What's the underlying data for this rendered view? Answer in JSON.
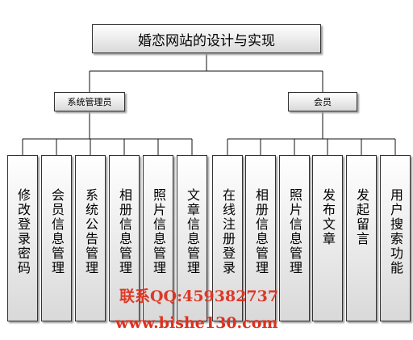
{
  "title": "婚恋网站的设计与实现",
  "groups": [
    {
      "label": "系统管理员",
      "items": [
        "修改登录密码",
        "会员信息管理",
        "系统公告管理",
        "相册信息管理",
        "照片信息管理",
        "文章信息管理"
      ]
    },
    {
      "label": "会员",
      "items": [
        "在线注册登录",
        "相册信息管理",
        "照片信息管理",
        "发布文章",
        "发起留言",
        "用户搜索功能"
      ]
    }
  ],
  "watermark": {
    "contact": "联系QQ:459382737",
    "site": "www.bishe130.com"
  }
}
